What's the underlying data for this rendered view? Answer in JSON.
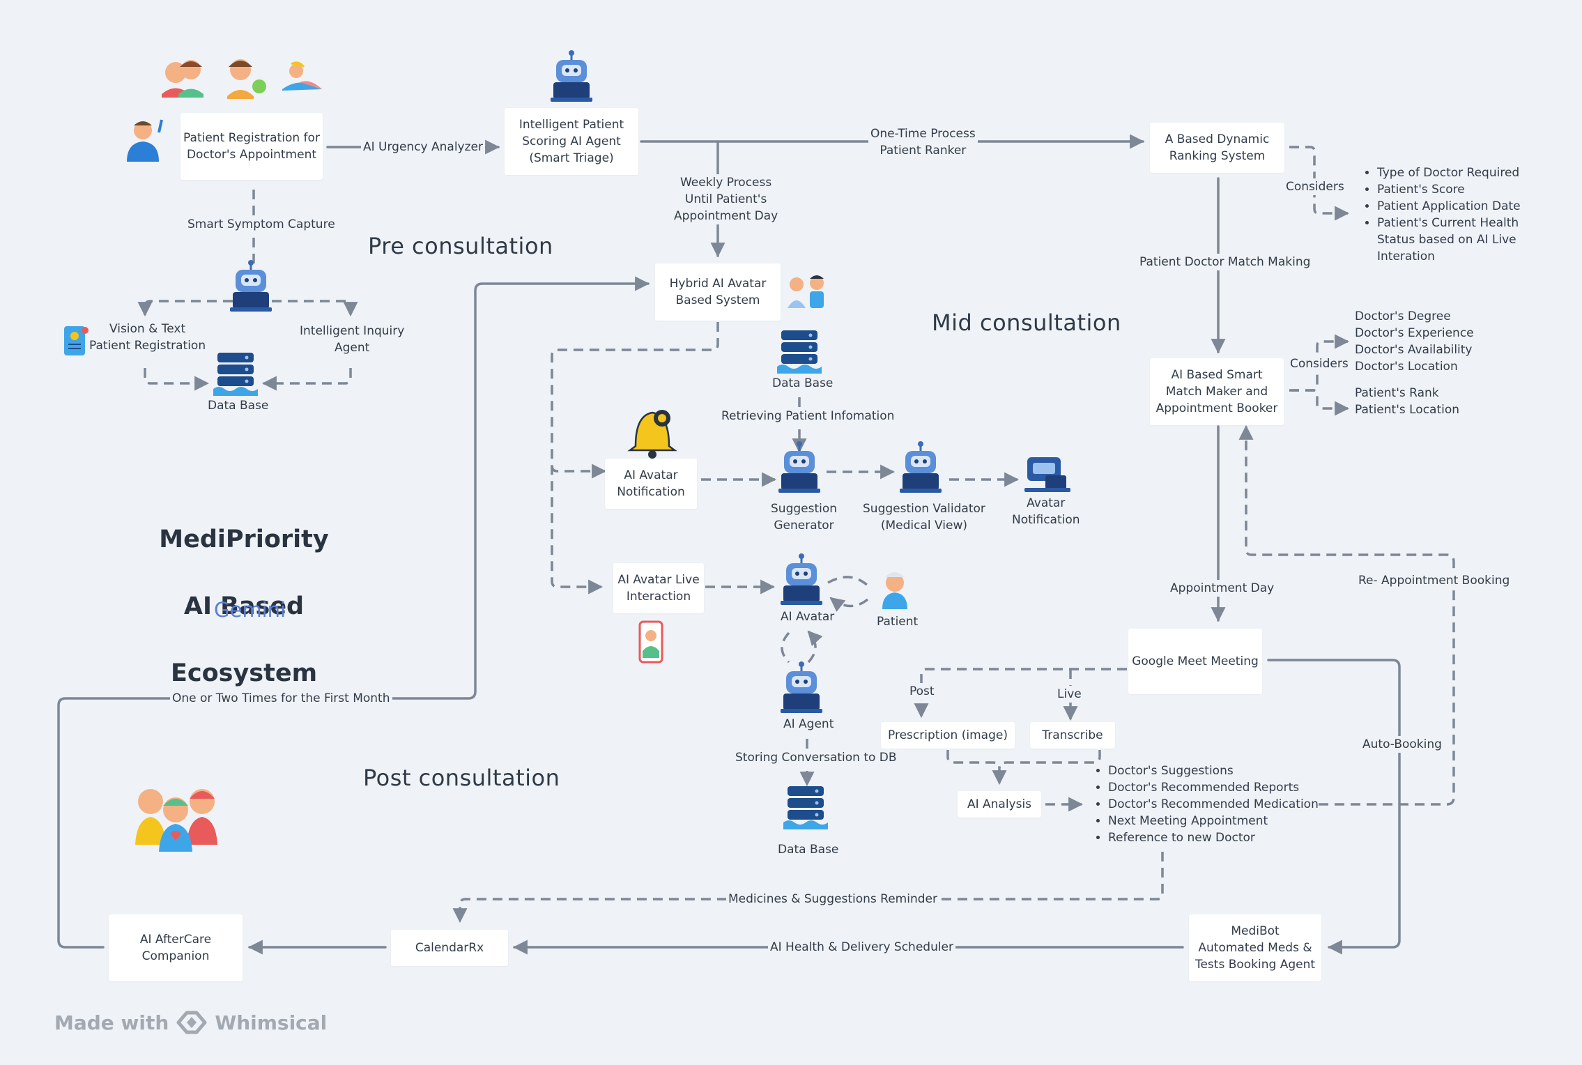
{
  "title": {
    "line1": "MediPriority",
    "line2": "AI Based",
    "line3": "Ecosystem",
    "logo": "Gemini"
  },
  "sections": {
    "pre": "Pre consultation",
    "mid": "Mid consultation",
    "post": "Post consultation"
  },
  "nodes": {
    "patient_registration": "Patient Registration for\nDoctor's Appointment",
    "scoring_agent": "Intelligent Patient\nScoring AI Agent\n(Smart Triage)",
    "dynamic_ranking": "A Based Dynamic\nRanking System",
    "hybrid_avatar": "Hybrid AI Avatar\nBased System",
    "avatar_notification": "AI Avatar\nNotification",
    "avatar_live": "AI Avatar Live\nInteraction",
    "match_maker": "AI Based Smart\nMatch Maker and\nAppointment Booker",
    "google_meet": "Google Meet Meeting",
    "prescription": "Prescription (image)",
    "transcribe": "Transcribe",
    "ai_analysis": "AI Analysis",
    "medibot": "MediBot\nAutomated Meds &\nTests Booking Agent",
    "calendarrx": "CalendarRx",
    "aftercare": "AI AfterCare\nCompanion"
  },
  "labels": {
    "urgency": "AI Urgency Analyzer",
    "one_time": "One-Time Process\nPatient Ranker",
    "weekly": "Weekly Process\nUntil  Patient's\nAppointment Day",
    "considers1": "Considers",
    "considers2": "Considers",
    "match_making": "Patient Doctor Match Making",
    "symptom": "Smart Symptom Capture",
    "vision": "Vision & Text\nPatient Registration",
    "inquiry": "Intelligent Inquiry\nAgent",
    "db1": "Data Base",
    "db2": "Data Base",
    "db3": "Data Base",
    "retrieving": "Retrieving Patient Infomation",
    "sugg_gen": "Suggestion\nGenerator",
    "sugg_val": "Suggestion Validator\n(Medical View)",
    "avatar_notif": "Avatar\nNotification",
    "ai_avatar": "AI Avatar",
    "patient": "Patient",
    "ai_agent": "AI Agent",
    "storing": "Storing Conversation to DB",
    "appointment_day": "Appointment Day",
    "re_booking": "Re- Appointment Booking",
    "auto_booking": "Auto-Booking",
    "post": "Post",
    "live": "Live",
    "first_month": "One or Two Times for the First Month",
    "reminder": "Medicines & Suggestions Reminder",
    "scheduler": "AI Health & Delivery Scheduler"
  },
  "considers_list": [
    "Type of Doctor Required",
    "Patient's Score",
    "Patient Application Date",
    "Patient's Current Health\nStatus based on AI Live\nInteration"
  ],
  "doctor_list": [
    "Doctor's Degree",
    "Doctor's Experience",
    "Doctor's Availability",
    "Doctor's Location"
  ],
  "patient_list": [
    "Patient's Rank",
    "Patient's Location"
  ],
  "analysis_list": [
    "Doctor's Suggestions",
    "Doctor's Recommended Reports",
    "Doctor's Recommended Medication",
    "Next Meeting Appointment",
    "Reference to new Doctor"
  ],
  "watermark": {
    "made_with": "Made with",
    "brand": "Whimsical"
  },
  "colors": {
    "background": "#eff2f6",
    "edge": "#7d8795",
    "node": "#ffffff",
    "robot": "#5b8fd9",
    "db": "#1d4d8c",
    "bell": "#f4c51c"
  }
}
